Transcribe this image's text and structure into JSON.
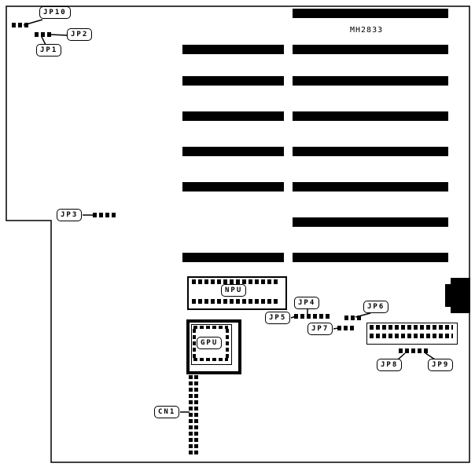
{
  "board": {
    "model": "MH2833"
  },
  "callouts": {
    "jp1": "JP1",
    "jp2": "JP2",
    "jp3": "JP3",
    "jp4": "JP4",
    "jp5": "JP5",
    "jp6": "JP6",
    "jp7": "JP7",
    "jp8": "JP8",
    "jp9": "JP9",
    "jp10": "JP10",
    "cn1": "CN1"
  },
  "chips": {
    "npu": "NPU",
    "gpu": "GPU"
  }
}
